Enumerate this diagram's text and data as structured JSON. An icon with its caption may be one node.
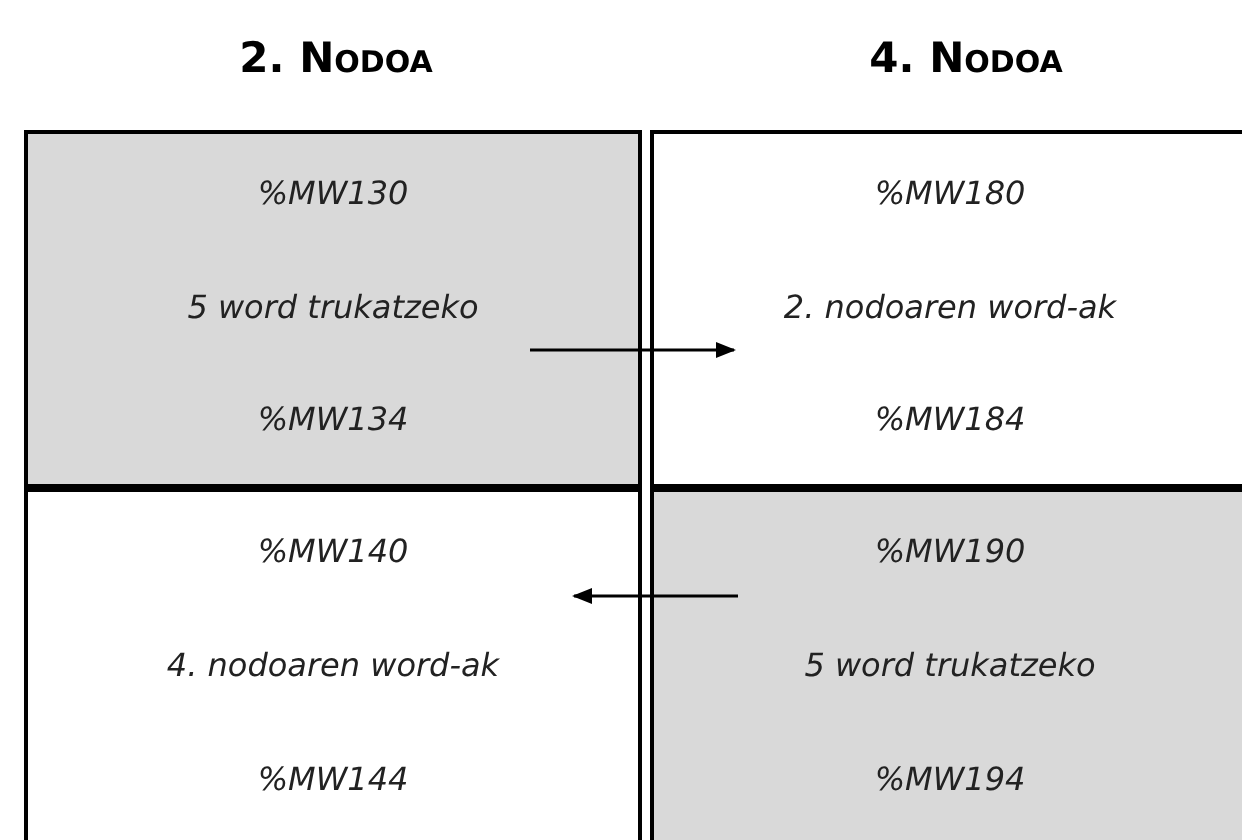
{
  "diagram": {
    "nodes": [
      {
        "text": [
          "%MW130",
          "5 word trukatzeko",
          "%MW134"
        ]
      },
      {
        "text": [
          "%MW180",
          "2. nodoaren word-ak",
          "%MW184"
        ]
      },
      {
        "text": [
          "%MW140",
          "4. nodoaren word-ak",
          "%MW144"
        ]
      },
      {
        "text": [
          "%MW190",
          "5 word trukatzeko",
          "%MW194"
        ]
      }
    ],
    "edges": [
      {
        "from": 0,
        "to": 1,
        "arrow": "to"
      },
      {
        "from": 3,
        "to": 2,
        "arrow": "to"
      }
    ],
    "labels": [
      "2. Nodoa",
      "4. Nodoa"
    ]
  }
}
